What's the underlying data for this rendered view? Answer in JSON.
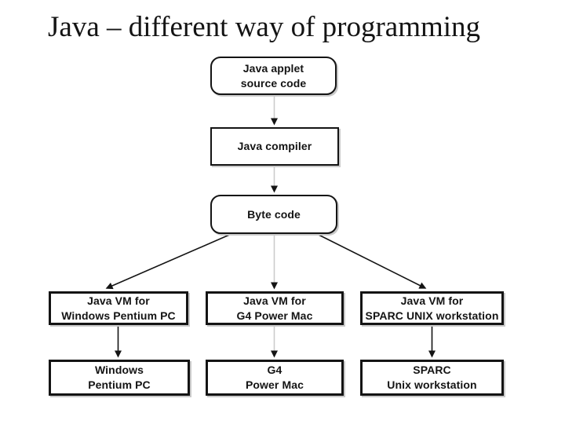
{
  "slide": {
    "title": "Java – different way of programming"
  },
  "diagram": {
    "nodes": {
      "applet": {
        "label": "Java applet\nsource code",
        "shape": "rounded"
      },
      "compiler": {
        "label": "Java compiler",
        "shape": "rect"
      },
      "bytecode": {
        "label": "Byte code",
        "shape": "rounded"
      },
      "vm_windows": {
        "label": "Java VM for\nWindows Pentium PC",
        "shape": "rect"
      },
      "vm_mac": {
        "label": "Java VM for\nG4 Power Mac",
        "shape": "rect"
      },
      "vm_sparc": {
        "label": "Java VM for\nSPARC UNIX workstation",
        "shape": "rect"
      },
      "windows": {
        "label": "Windows\nPentium PC",
        "shape": "rect"
      },
      "mac": {
        "label": "G4\nPower Mac",
        "shape": "rect"
      },
      "sparc": {
        "label": "SPARC\nUnix workstation",
        "shape": "rect"
      }
    },
    "edges": [
      {
        "from": "applet",
        "to": "compiler"
      },
      {
        "from": "compiler",
        "to": "bytecode"
      },
      {
        "from": "bytecode",
        "to": "vm_windows"
      },
      {
        "from": "bytecode",
        "to": "vm_mac"
      },
      {
        "from": "bytecode",
        "to": "vm_sparc"
      },
      {
        "from": "vm_windows",
        "to": "windows"
      },
      {
        "from": "vm_mac",
        "to": "mac"
      },
      {
        "from": "vm_sparc",
        "to": "sparc"
      }
    ],
    "colors": {
      "background": "#ffffff",
      "box_border": "#141414",
      "text": "#141414",
      "connector_primary": "#141414",
      "connector_secondary": "#cbcbcb"
    }
  }
}
